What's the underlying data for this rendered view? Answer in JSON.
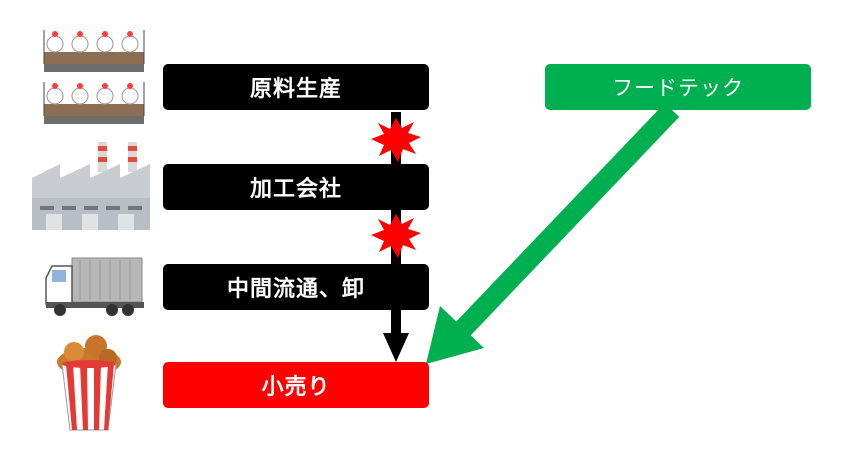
{
  "stages": [
    {
      "label": "原料生産"
    },
    {
      "label": "加工会社"
    },
    {
      "label": "中間流通、卸"
    },
    {
      "label": "小売り"
    }
  ],
  "foodtech": {
    "label": "フードテック"
  },
  "colors": {
    "stage_box": "#000000",
    "retail_box": "#ff0000",
    "foodtech_box": "#00b050",
    "burst": "#ff0000",
    "arrow_main": "#000000",
    "arrow_foodtech": "#00b050"
  },
  "icons": [
    "chicken-farm-icon",
    "factory-icon",
    "truck-icon",
    "fried-chicken-bucket-icon"
  ]
}
